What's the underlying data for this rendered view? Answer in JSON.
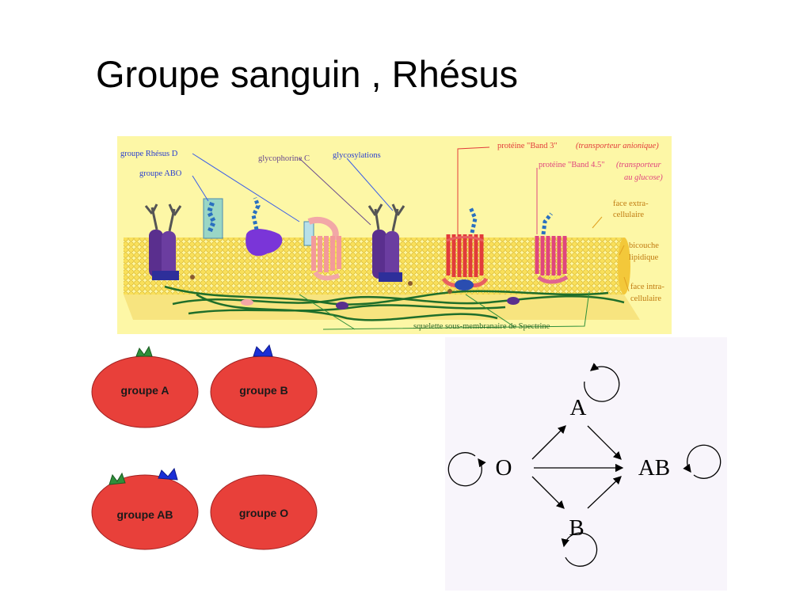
{
  "slide": {
    "title": "Groupe sanguin , Rhésus"
  },
  "membrane": {
    "labels": {
      "rhesus_d": "groupe Rhésus D",
      "abo": "groupe ABO",
      "glycophorine": "glycophorine C",
      "glycosylations": "glycosylations",
      "band3_prefix": "protéine \"Band 3\"",
      "band3_suffix": "(transporteur anionique)",
      "band45_prefix": "protéine \"Band 4.5\"",
      "band45_suffix_1": "(transporteur",
      "band45_suffix_2": "au glucose)",
      "extra_1": "face extra-",
      "extra_2": "cellulaire",
      "bilayer_1": "bicouche",
      "bilayer_2": "lipidique",
      "intra_1": "face intra-",
      "intra_2": "cellulaire",
      "spectrine": "squelette sous-membranaire de Spectrine"
    },
    "colors": {
      "background": "#fdf7a6",
      "bilayer": "#f7d84c",
      "glycoprotein": "#5a2f8e",
      "spectrin": "#1f6e2a",
      "band3": "#e23b3b",
      "band45": "#e0457e"
    }
  },
  "cells": [
    {
      "label": "groupe A",
      "antigen": "A",
      "antigen_color": "#2f8f3a"
    },
    {
      "label": "groupe B",
      "antigen": "B",
      "antigen_color": "#1a2fd6"
    },
    {
      "label": "groupe AB",
      "antigen": "AB",
      "antigen_color": "#2f8f3a"
    },
    {
      "label": "groupe O",
      "antigen": "none",
      "antigen_color": ""
    }
  ],
  "cell_color": "#e8403a",
  "compatibility": {
    "nodes": [
      "A",
      "O",
      "AB",
      "B"
    ],
    "edges": [
      [
        "O",
        "A"
      ],
      [
        "O",
        "AB"
      ],
      [
        "O",
        "B"
      ],
      [
        "A",
        "AB"
      ],
      [
        "B",
        "AB"
      ],
      [
        "A",
        "A"
      ],
      [
        "O",
        "O"
      ],
      [
        "AB",
        "AB"
      ],
      [
        "B",
        "B"
      ]
    ]
  }
}
